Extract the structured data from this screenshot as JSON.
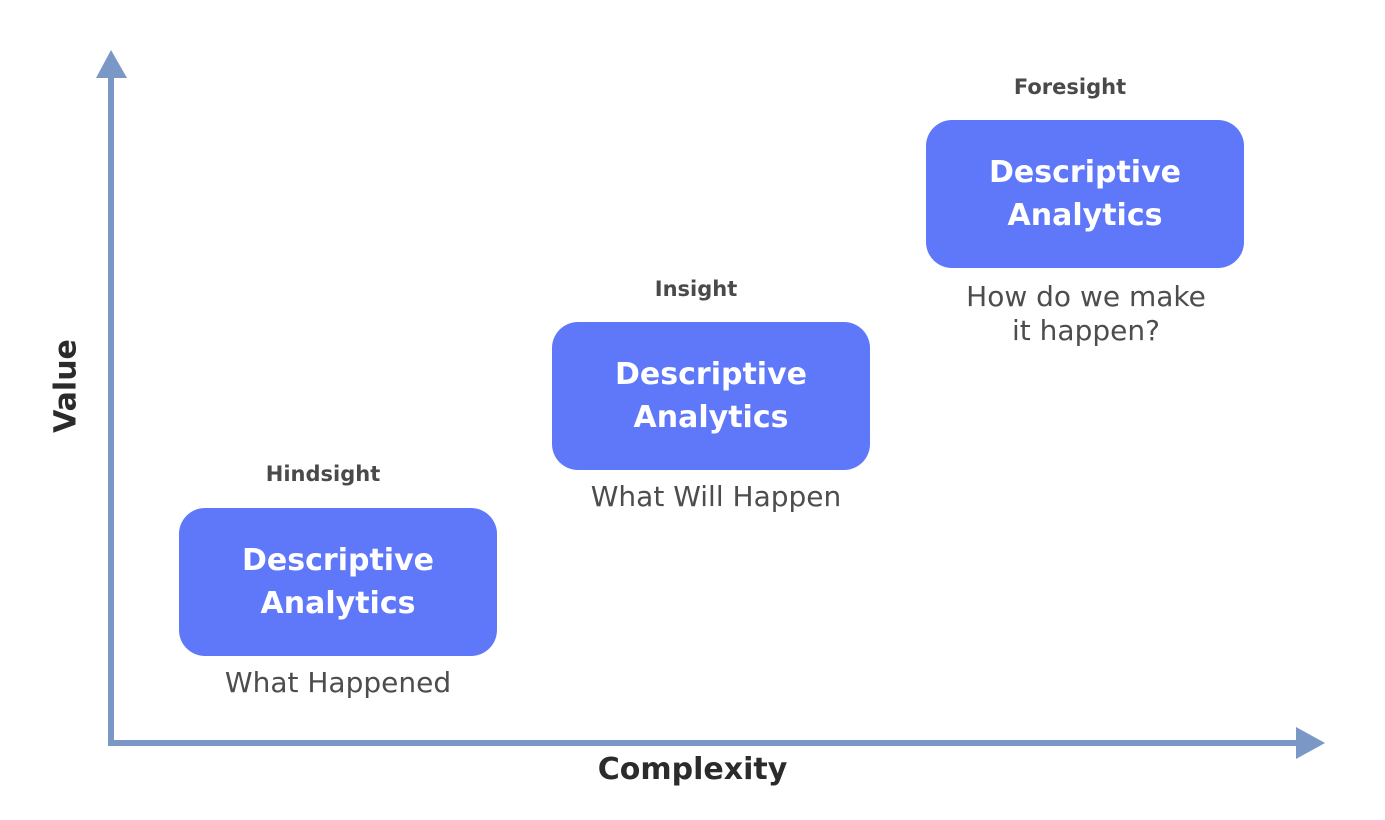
{
  "axes": {
    "x_label": "Complexity",
    "y_label": "Value",
    "color": "#7a97c5"
  },
  "stages": [
    {
      "title": "Hindsight",
      "box_line1": "Descriptive",
      "box_line2": "Analytics",
      "caption": "What Happened"
    },
    {
      "title": "Insight",
      "box_line1": "Descriptive",
      "box_line2": "Analytics",
      "caption": "What Will Happen"
    },
    {
      "title": "Foresight",
      "box_line1": "Descriptive",
      "box_line2": "Analytics",
      "caption": "How do we make\nit happen?"
    }
  ],
  "colors": {
    "box_fill": "#5f78f9",
    "box_text": "#ffffff",
    "title_text": "#4a4a4a",
    "caption_text": "#4d4d4d"
  }
}
